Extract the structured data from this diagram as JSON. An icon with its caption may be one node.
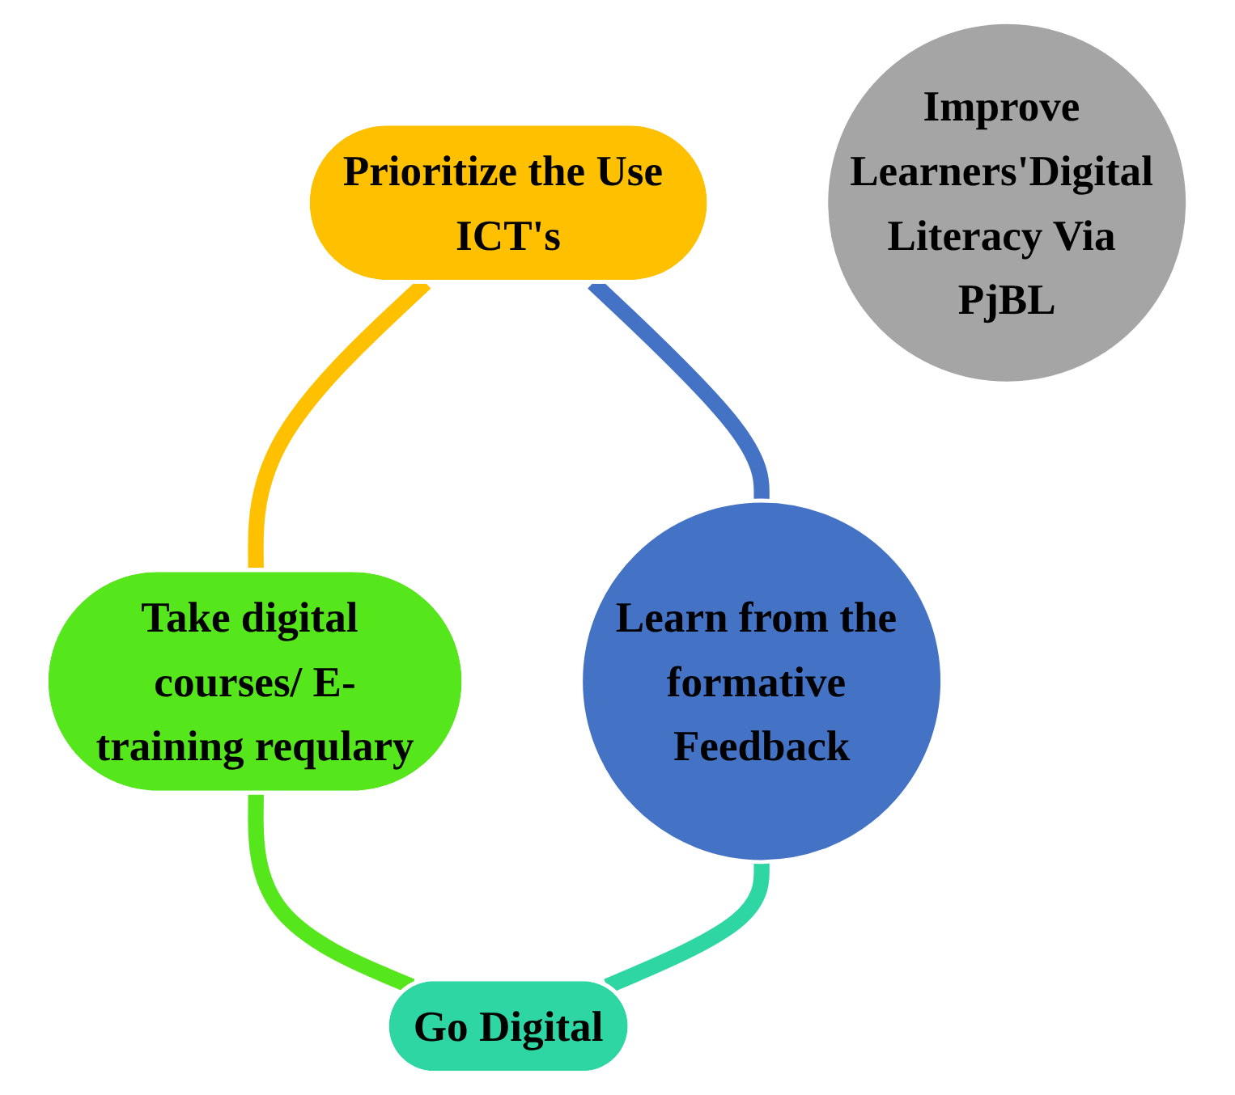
{
  "diagram": {
    "nodes": [
      {
        "text": [
          "Prioritize the Use ICT's"
        ]
      },
      {
        "text": [
          "Learn from the formative Feedback"
        ]
      },
      {
        "text": [
          "Improve Learners'Digital Literacy Via PjBL"
        ]
      },
      {
        "text": [
          "Take digital courses/ E-training requlary"
        ]
      },
      {
        "text": [
          "Go Digital"
        ]
      }
    ],
    "edges": [
      {
        "from": 0,
        "to": 1,
        "arrow": "none",
        "color": "#4472c4"
      },
      {
        "from": 0,
        "to": 3,
        "arrow": "none",
        "color": "#ffc000"
      },
      {
        "from": 3,
        "to": 4,
        "arrow": "none",
        "color": "#55e61c"
      },
      {
        "from": 1,
        "to": 4,
        "arrow": "none",
        "color": "#2ed6a3"
      }
    ]
  }
}
